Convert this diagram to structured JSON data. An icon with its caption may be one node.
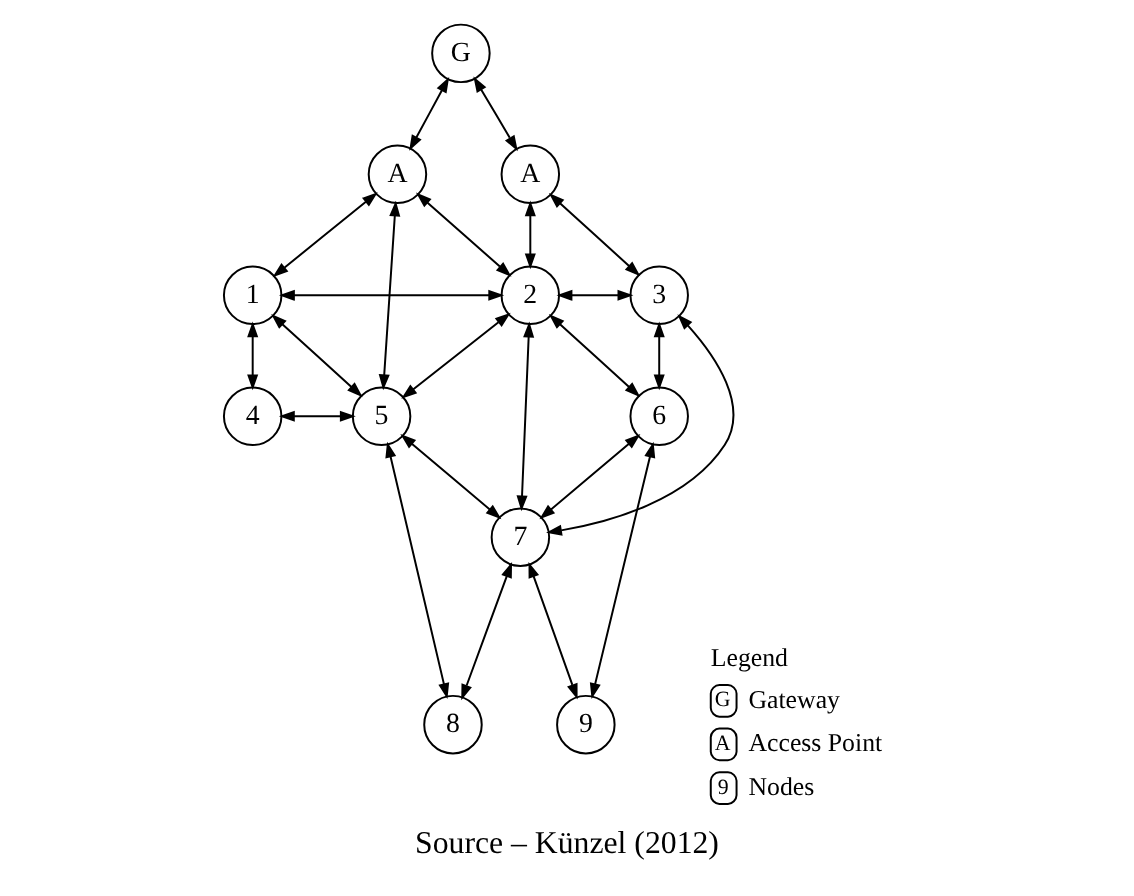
{
  "diagram": {
    "caption": "Source – Künzel (2012)",
    "nodes": [
      {
        "text": [
          "G"
        ]
      },
      {
        "text": [
          "A"
        ]
      },
      {
        "text": [
          "A"
        ]
      },
      {
        "text": [
          "1"
        ]
      },
      {
        "text": [
          "2"
        ]
      },
      {
        "text": [
          "3"
        ]
      },
      {
        "text": [
          "4"
        ]
      },
      {
        "text": [
          "5"
        ]
      },
      {
        "text": [
          "6"
        ]
      },
      {
        "text": [
          "7"
        ]
      },
      {
        "text": [
          "8"
        ]
      },
      {
        "text": [
          "9"
        ]
      }
    ],
    "edges": [
      {
        "from": 0,
        "to": 1,
        "arrow": "both"
      },
      {
        "from": 0,
        "to": 2,
        "arrow": "both"
      },
      {
        "from": 1,
        "to": 3,
        "arrow": "both"
      },
      {
        "from": 1,
        "to": 4,
        "arrow": "both"
      },
      {
        "from": 1,
        "to": 7,
        "arrow": "both"
      },
      {
        "from": 2,
        "to": 4,
        "arrow": "both"
      },
      {
        "from": 2,
        "to": 5,
        "arrow": "both"
      },
      {
        "from": 3,
        "to": 4,
        "arrow": "both"
      },
      {
        "from": 3,
        "to": 7,
        "arrow": "both"
      },
      {
        "from": 3,
        "to": 6,
        "arrow": "both"
      },
      {
        "from": 4,
        "to": 5,
        "arrow": "both"
      },
      {
        "from": 4,
        "to": 7,
        "arrow": "both"
      },
      {
        "from": 4,
        "to": 9,
        "arrow": "both"
      },
      {
        "from": 4,
        "to": 8,
        "arrow": "both"
      },
      {
        "from": 5,
        "to": 9,
        "arrow": "both"
      },
      {
        "from": 5,
        "to": 8,
        "arrow": "both"
      },
      {
        "from": 6,
        "to": 7,
        "arrow": "both"
      },
      {
        "from": 7,
        "to": 9,
        "arrow": "both"
      },
      {
        "from": 7,
        "to": 10,
        "arrow": "both"
      },
      {
        "from": 8,
        "to": 9,
        "arrow": "both"
      },
      {
        "from": 8,
        "to": 11,
        "arrow": "both"
      },
      {
        "from": 9,
        "to": 10,
        "arrow": "both"
      },
      {
        "from": 9,
        "to": 11,
        "arrow": "both"
      }
    ],
    "labels": [
      "Legend",
      "G",
      "A",
      "9"
    ],
    "legend": [
      {
        "text": "Gateway"
      },
      {
        "text": "Access Point"
      },
      {
        "text": "Nodes"
      }
    ]
  }
}
